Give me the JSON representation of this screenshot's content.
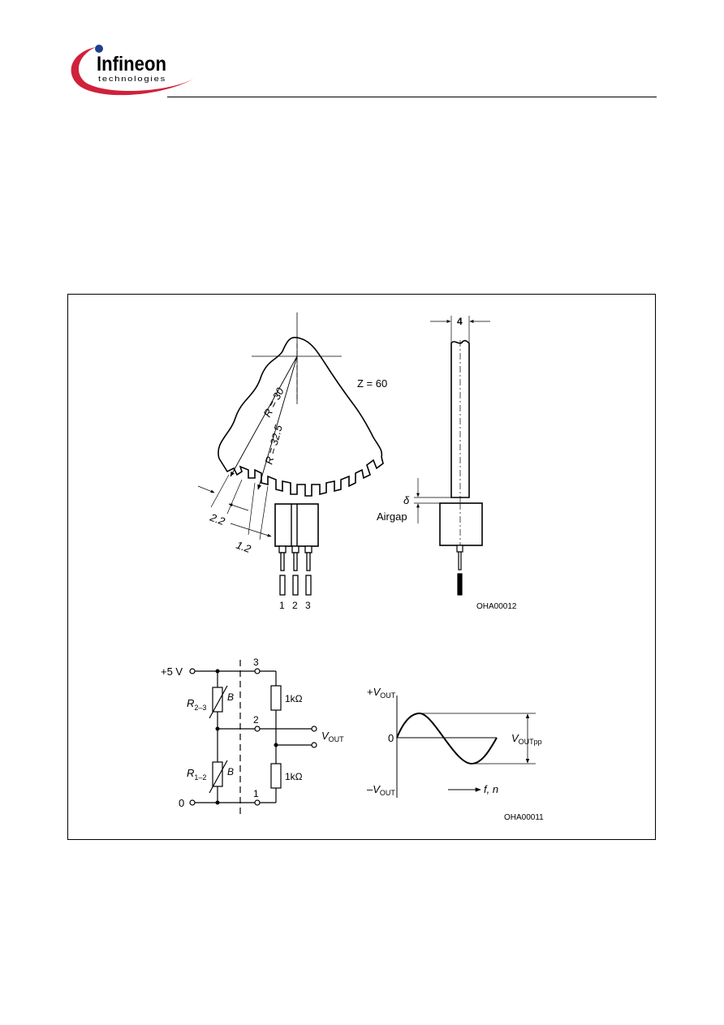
{
  "logo": {
    "brand_name": "Infineon",
    "brand_sub": "technologies",
    "colors": {
      "swoosh": "#d0213b",
      "text": "#1f3f8f",
      "dot": "#1f3f8f"
    }
  },
  "mechanical": {
    "teeth_label": "Z = 60",
    "radius_outer_label": "R = 30",
    "radius_inner_label": "R = 32.5",
    "dim_tooth_label": "2.2",
    "dim_gap_label": "1.2",
    "pins": [
      "1",
      "2",
      "3"
    ],
    "width_label": "4",
    "airgap_symbol": "δ",
    "airgap_label": "Airgap",
    "drawing_code": "OHA00012"
  },
  "circuit": {
    "supply_label": "+5 V",
    "ground_label": "0",
    "r23_main": "R",
    "r23_sub": "2–3",
    "r12_main": "R",
    "r12_sub": "1–2",
    "field_label": "B",
    "resistor_value": "1kΩ",
    "node_3": "3",
    "node_2": "2",
    "node_1": "1",
    "vout_main": "V",
    "vout_sub": "OUT"
  },
  "waveform": {
    "pos_sign": "+",
    "neg_sign": "–",
    "v_main": "V",
    "v_sub": "OUT",
    "zero_label": "0",
    "pp_sub": "OUTpp",
    "axis_label": "f, n",
    "drawing_code": "OHA00011"
  }
}
